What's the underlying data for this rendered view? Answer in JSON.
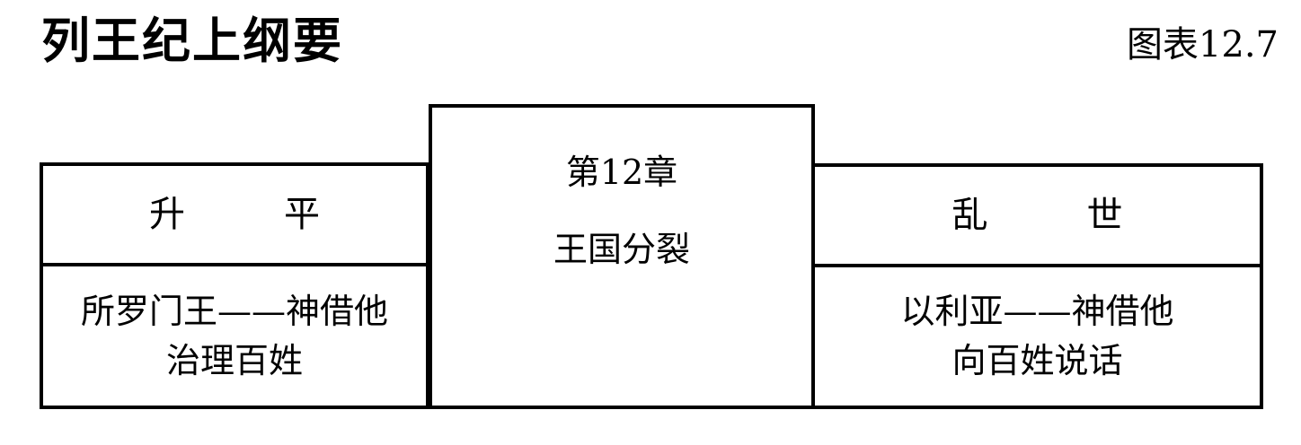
{
  "header": {
    "title": "列王纪上纲要",
    "chart_label": "图表12.7"
  },
  "diagram": {
    "center_box": {
      "line1": "第12章",
      "line2": "王国分裂"
    },
    "left_box": {
      "header": "升平",
      "line1": "所罗门王——神借他",
      "line2": "治理百姓"
    },
    "right_box": {
      "header": "乱世",
      "line1": "以利亚——神借他",
      "line2": "向百姓说话"
    }
  },
  "colors": {
    "ink": "#000000",
    "background": "#ffffff"
  }
}
